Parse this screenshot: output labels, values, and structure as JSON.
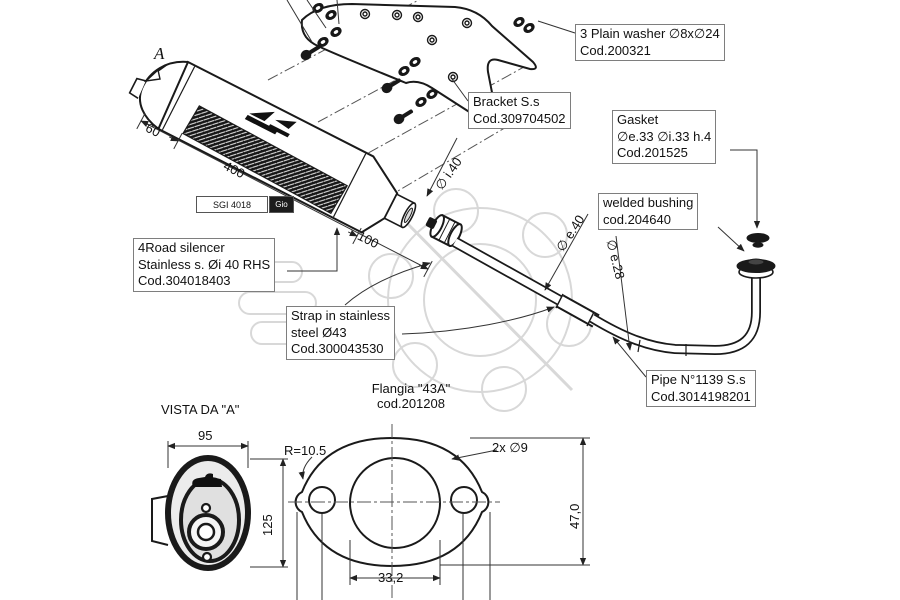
{
  "labels": {
    "washer": [
      "3 Plain washer ∅8x∅24",
      "Cod.200321"
    ],
    "bracket": [
      "Bracket S.s",
      "Cod.309704502"
    ],
    "gasket": [
      "Gasket",
      "∅e.33 ∅i.33 h.4",
      "Cod.201525"
    ],
    "bushing": [
      "welded bushing",
      "cod.204640"
    ],
    "silencer": [
      "4Road silencer",
      "Stainless s. Øi 40 RHS",
      "Cod.304018403"
    ],
    "strap": [
      "Strap in stainless",
      "steel Ø43",
      "Cod.300043530"
    ],
    "pipe": [
      "Pipe N°1139 S.s",
      "Cod.3014198201"
    ]
  },
  "dims": {
    "cap_len": "60",
    "body_len": "400",
    "outlet_len": "100",
    "outlet_id": "∅ i.40",
    "pipe_od_40": "∅ e.40",
    "pipe_od_28": "∅ e.28",
    "endcap_width": "95",
    "endcap_height": "125",
    "flange_radius": "R=10.5",
    "flange_holes": "2x ∅9",
    "flange_bore": "33,2",
    "flange_height": "47,0"
  },
  "texts": {
    "view_marker": "A",
    "view_title": "VISTA DA \"A\"",
    "flange_name": "Flangia \"43A\"",
    "flange_code": "cod.201208",
    "plate_model": "SGI 4018",
    "plate_brand": "Gio"
  },
  "colors": {
    "line": "#1a1a1a",
    "dim_line": "#333333",
    "label_border": "#7e7e7e",
    "watermark": "#d8d8d8",
    "fill_dark": "#181818",
    "paper": "#ffffff"
  }
}
